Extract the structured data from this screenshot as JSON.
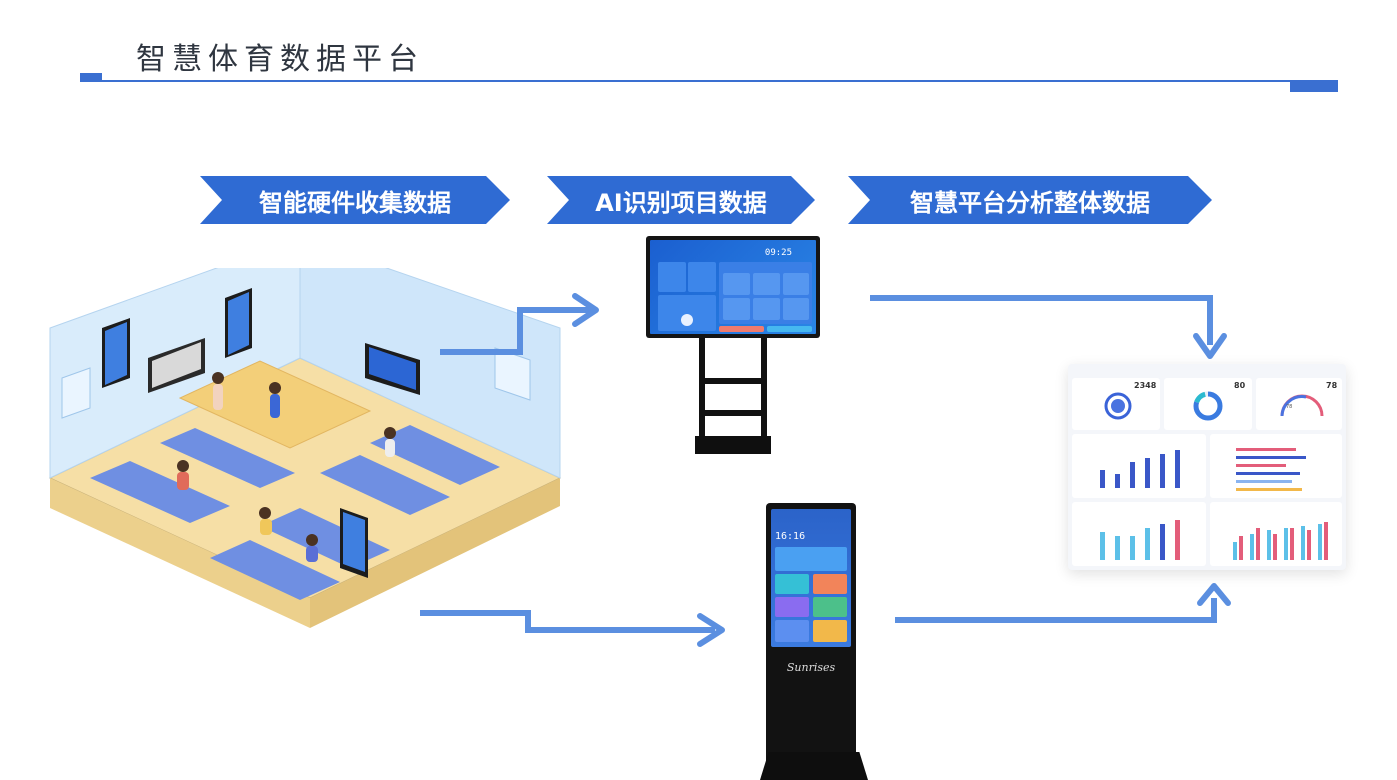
{
  "title": "智慧体育数据平台",
  "steps": [
    {
      "label": "智能硬件收集数据"
    },
    {
      "label": "AI识别项目数据"
    },
    {
      "label": "智慧平台分析整体数据"
    }
  ],
  "tv": {
    "time": "09:25"
  },
  "kiosk": {
    "time": "16:16",
    "brand": "Sunrises"
  },
  "dashboard": {
    "stat1": "2348",
    "stat2": "80",
    "stat3": "78",
    "gauge_value": "78"
  },
  "colors": {
    "accent": "#2f6bd3",
    "arrow": "#5b8fe0"
  }
}
